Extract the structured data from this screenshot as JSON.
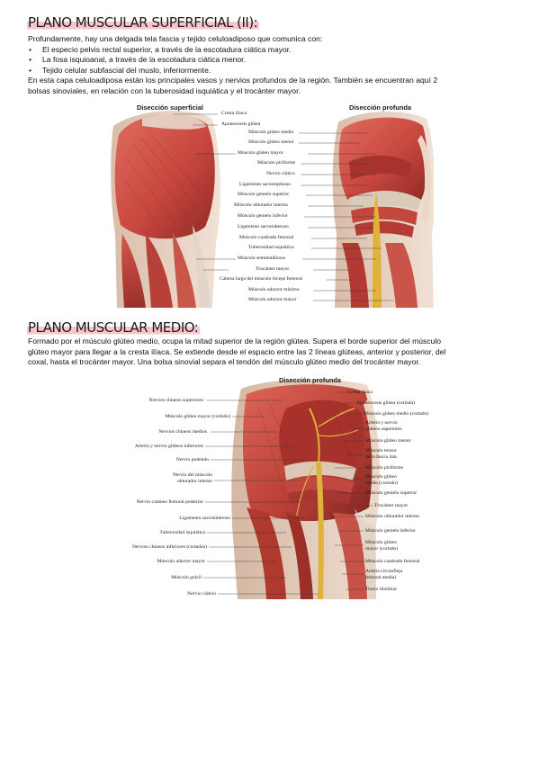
{
  "section1": {
    "heading": "PLANO MUSCULAR SUPERFICIAL (II):",
    "intro": "Profundamente, hay una delgada tela fascia y tejido celuloadiposo que comunica con:",
    "bullets": [
      "El especio pelvis rectal superior, a través de la escotadura ciática mayor.",
      "La fosa isquioanal, a través de la escotadura ciática menor.",
      "Tejido celular subfascial del muslo, inferiormente."
    ],
    "paragraph_line1": "En esta capa celuloadiposa están los principales vasos y nervios profundos de la región. También se encuentran aquí 2",
    "paragraph_line2": "bolsas sinoviales, en relación con la tuberosidad isquiática y el trocánter mayor.",
    "figure": {
      "title_left": "Disección superficial",
      "title_right": "Disección profunda",
      "labels": [
        "Cresta ilíaca",
        "Aponeurosis glútea",
        "Músculo glúteo medio",
        "Músculo glúteo menor",
        "Músculo glúteo mayor",
        "Músculo piriforme",
        "Nervio ciático",
        "Ligamento sacroespinoso",
        "Músculo gemelo superior",
        "Músculo obturador interno",
        "Músculo gemelo inferior",
        "Ligamento sacrotuberoso",
        "Músculo cuadrado femoral",
        "Tuberosidad isquiática",
        "Músculo semitendinoso",
        "Trocánter mayor",
        "Cabeza larga del músculo bíceps femoral",
        "Músculo aductor mínimo",
        "Músculo aductor mayor"
      ]
    }
  },
  "section2": {
    "heading": "PLANO MUSCULAR MEDIO:",
    "paragraph_line1": "Formado por el músculo glúteo medio, ocupa la mitad superior de la región glútea. Supera el borde superior del músculo",
    "paragraph_line2": "glúteo mayor para llegar a la cresta ilíaca. Se extiende desde el espacio entre las 2 líneas glúteas, anterior y posterior, del",
    "paragraph_line3": "coxal, hasta el trocánter mayor. Una bolsa sinovial separa el tendón del músculo glúteo medio del trocánter mayor.",
    "figure": {
      "title": "Disección profunda",
      "left_labels": [
        "Nervios clúneos superiores",
        "Músculo glúteo mayor (cortado)",
        "Nervios clúneos medios",
        "Arteria y nervio glúteos inferiores",
        "Nervio pudendo",
        "Nervio del músculo",
        "obturador interno",
        "Nervio cutáneo femoral posterior",
        "Ligamento sacrotuberoso",
        "Tuberosidad isquiática",
        "Nervios clúneos inferiores (cortados)",
        "Músculo aductor mayor",
        "Músculo grácil",
        "Nervio ciático"
      ],
      "right_labels": [
        "Cresta ilíaca",
        "Aponeurosis glútea (cortada)",
        "Músculo glúteo medio (cortado)",
        "Arteria y nervio",
        "glúteos superiores",
        "Músculo glúteo menor",
        "Músculo tensor",
        "de la fascia lata",
        "Músculo piriforme",
        "Músculo glúteo",
        "medio (cortado)",
        "Músculo gemelo superior",
        "Trocánter mayor",
        "Músculo obturador interno",
        "Músculo gemelo inferior",
        "Músculo glúteo",
        "mayor (cortado)",
        "Músculo cuadrado femoral",
        "Arteria circunfleja",
        "femoral medial",
        "Tracto iliotibial"
      ]
    }
  },
  "colors": {
    "heading_highlight": "#f7c6cd",
    "muscle": "#c8473f",
    "muscle_dark": "#8e2a26",
    "fascia": "#e9dfd2",
    "nerve": "#e1b23a",
    "skin": "#ecd6c6"
  }
}
